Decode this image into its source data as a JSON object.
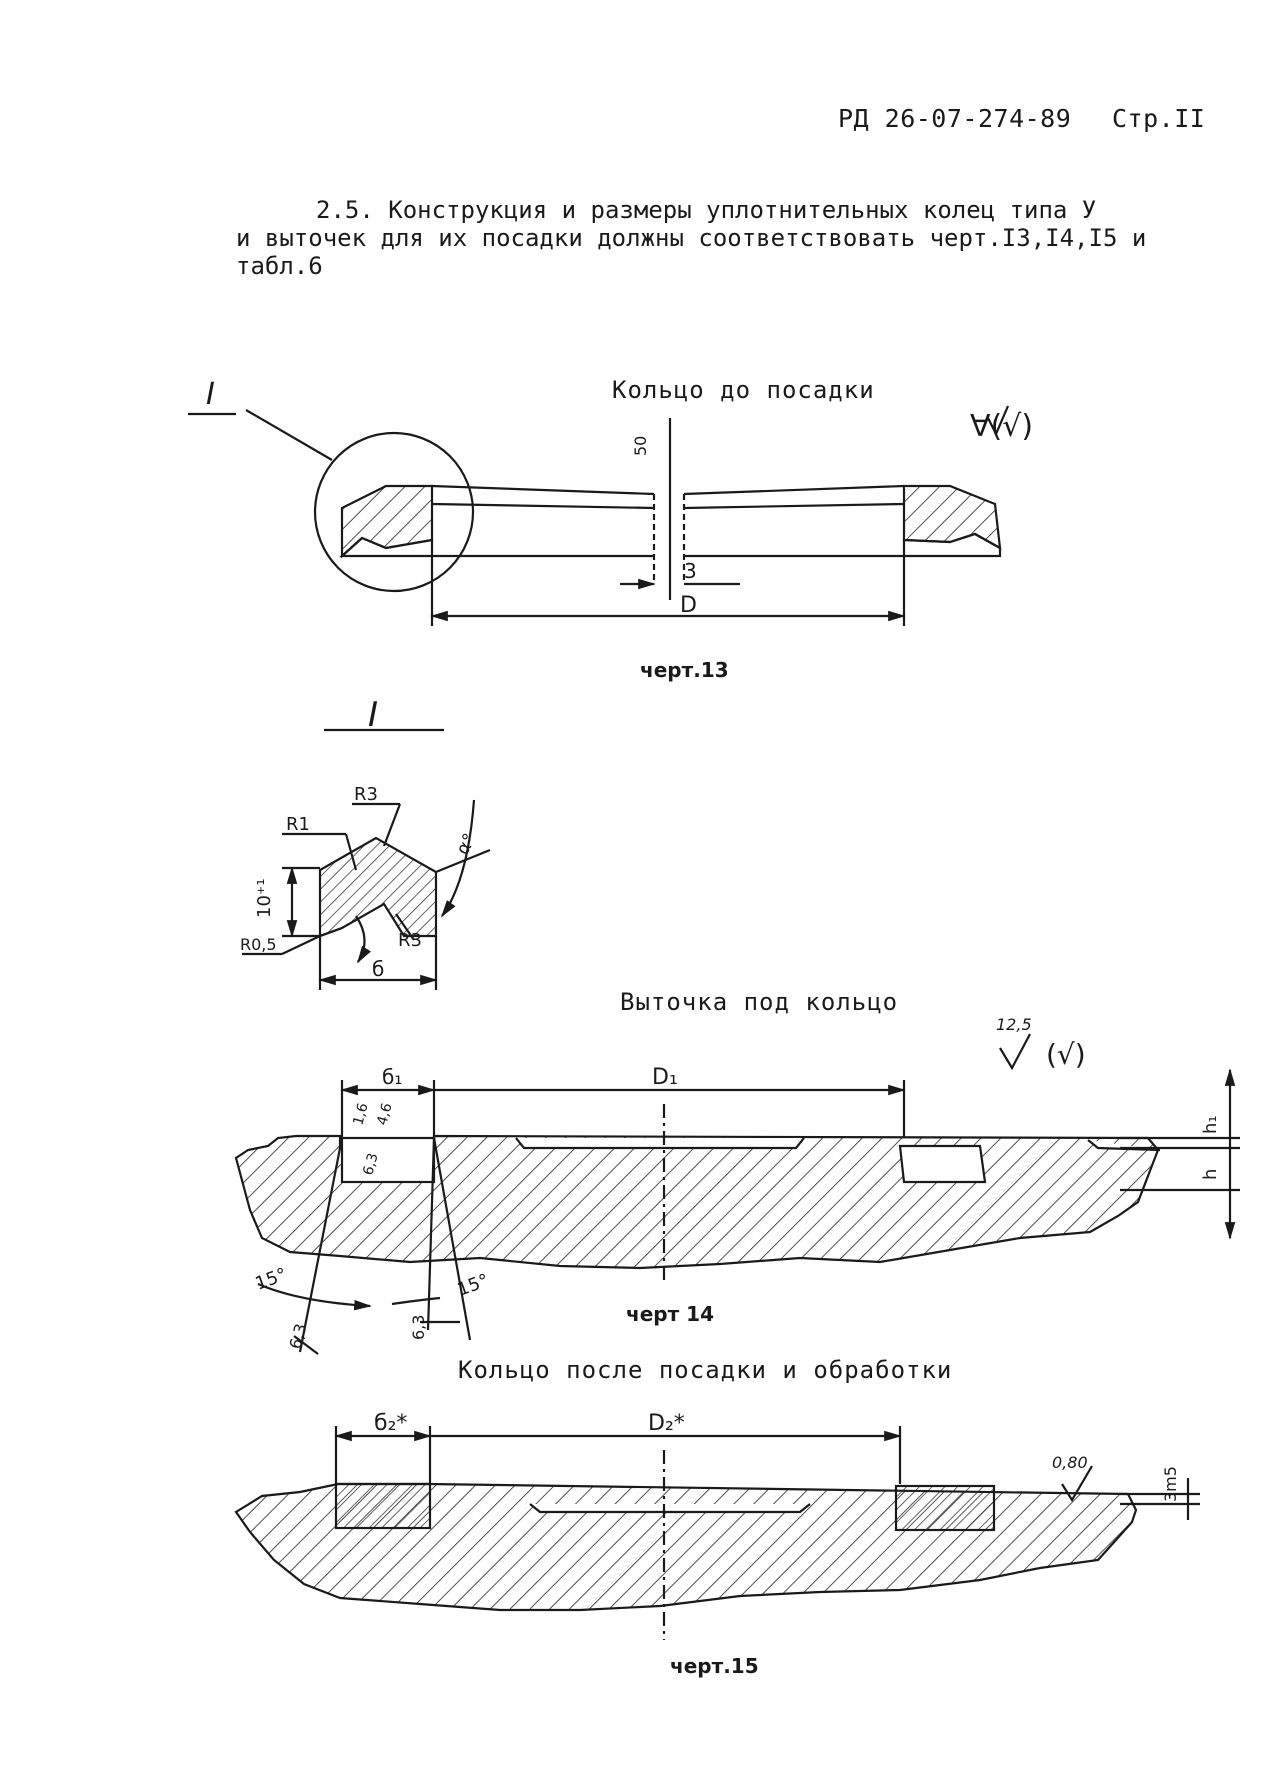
{
  "header": {
    "doc_code": "РД 26-07-274-89",
    "page": "Стр.II"
  },
  "paragraph": {
    "line1": "2.5. Конструкция и размеры уплотнительных колец типа У",
    "line2": "и выточек для их посадки должны соответствовать черт.I3,I4,I5 и",
    "line3": "табл.6"
  },
  "fig13": {
    "title": "Кольцо до посадки",
    "caption": "черт.13",
    "section_mark": "I",
    "roughness": "∀(√)",
    "dim_gap": "3",
    "dim_diameter": "D",
    "roughness_gap": "50"
  },
  "detail": {
    "mark": "I",
    "r1": "R1",
    "r3_top": "R3",
    "r3_bottom": "R3",
    "r05": "R0,5",
    "height": "10⁺¹",
    "width": "б",
    "angle": "α°"
  },
  "fig14": {
    "title": "Выточка под кольцо",
    "caption": "черт 14",
    "roughness": "12,5",
    "roughness_paren": "(√)",
    "b1": "б₁",
    "d1": "D₁",
    "h1": "h₁",
    "h": "h",
    "r16": "1,6",
    "r46": "4,6",
    "r63a": "6,3",
    "r63b": "6,3",
    "r63c": "6,3",
    "angle_l": "15°",
    "angle_r": "15°"
  },
  "fig15": {
    "title": "Кольцо после посадки и обработки",
    "caption": "черт.15",
    "b2": "б₂*",
    "d2": "D₂*",
    "roughness": "0,80",
    "h3": "3m5"
  }
}
